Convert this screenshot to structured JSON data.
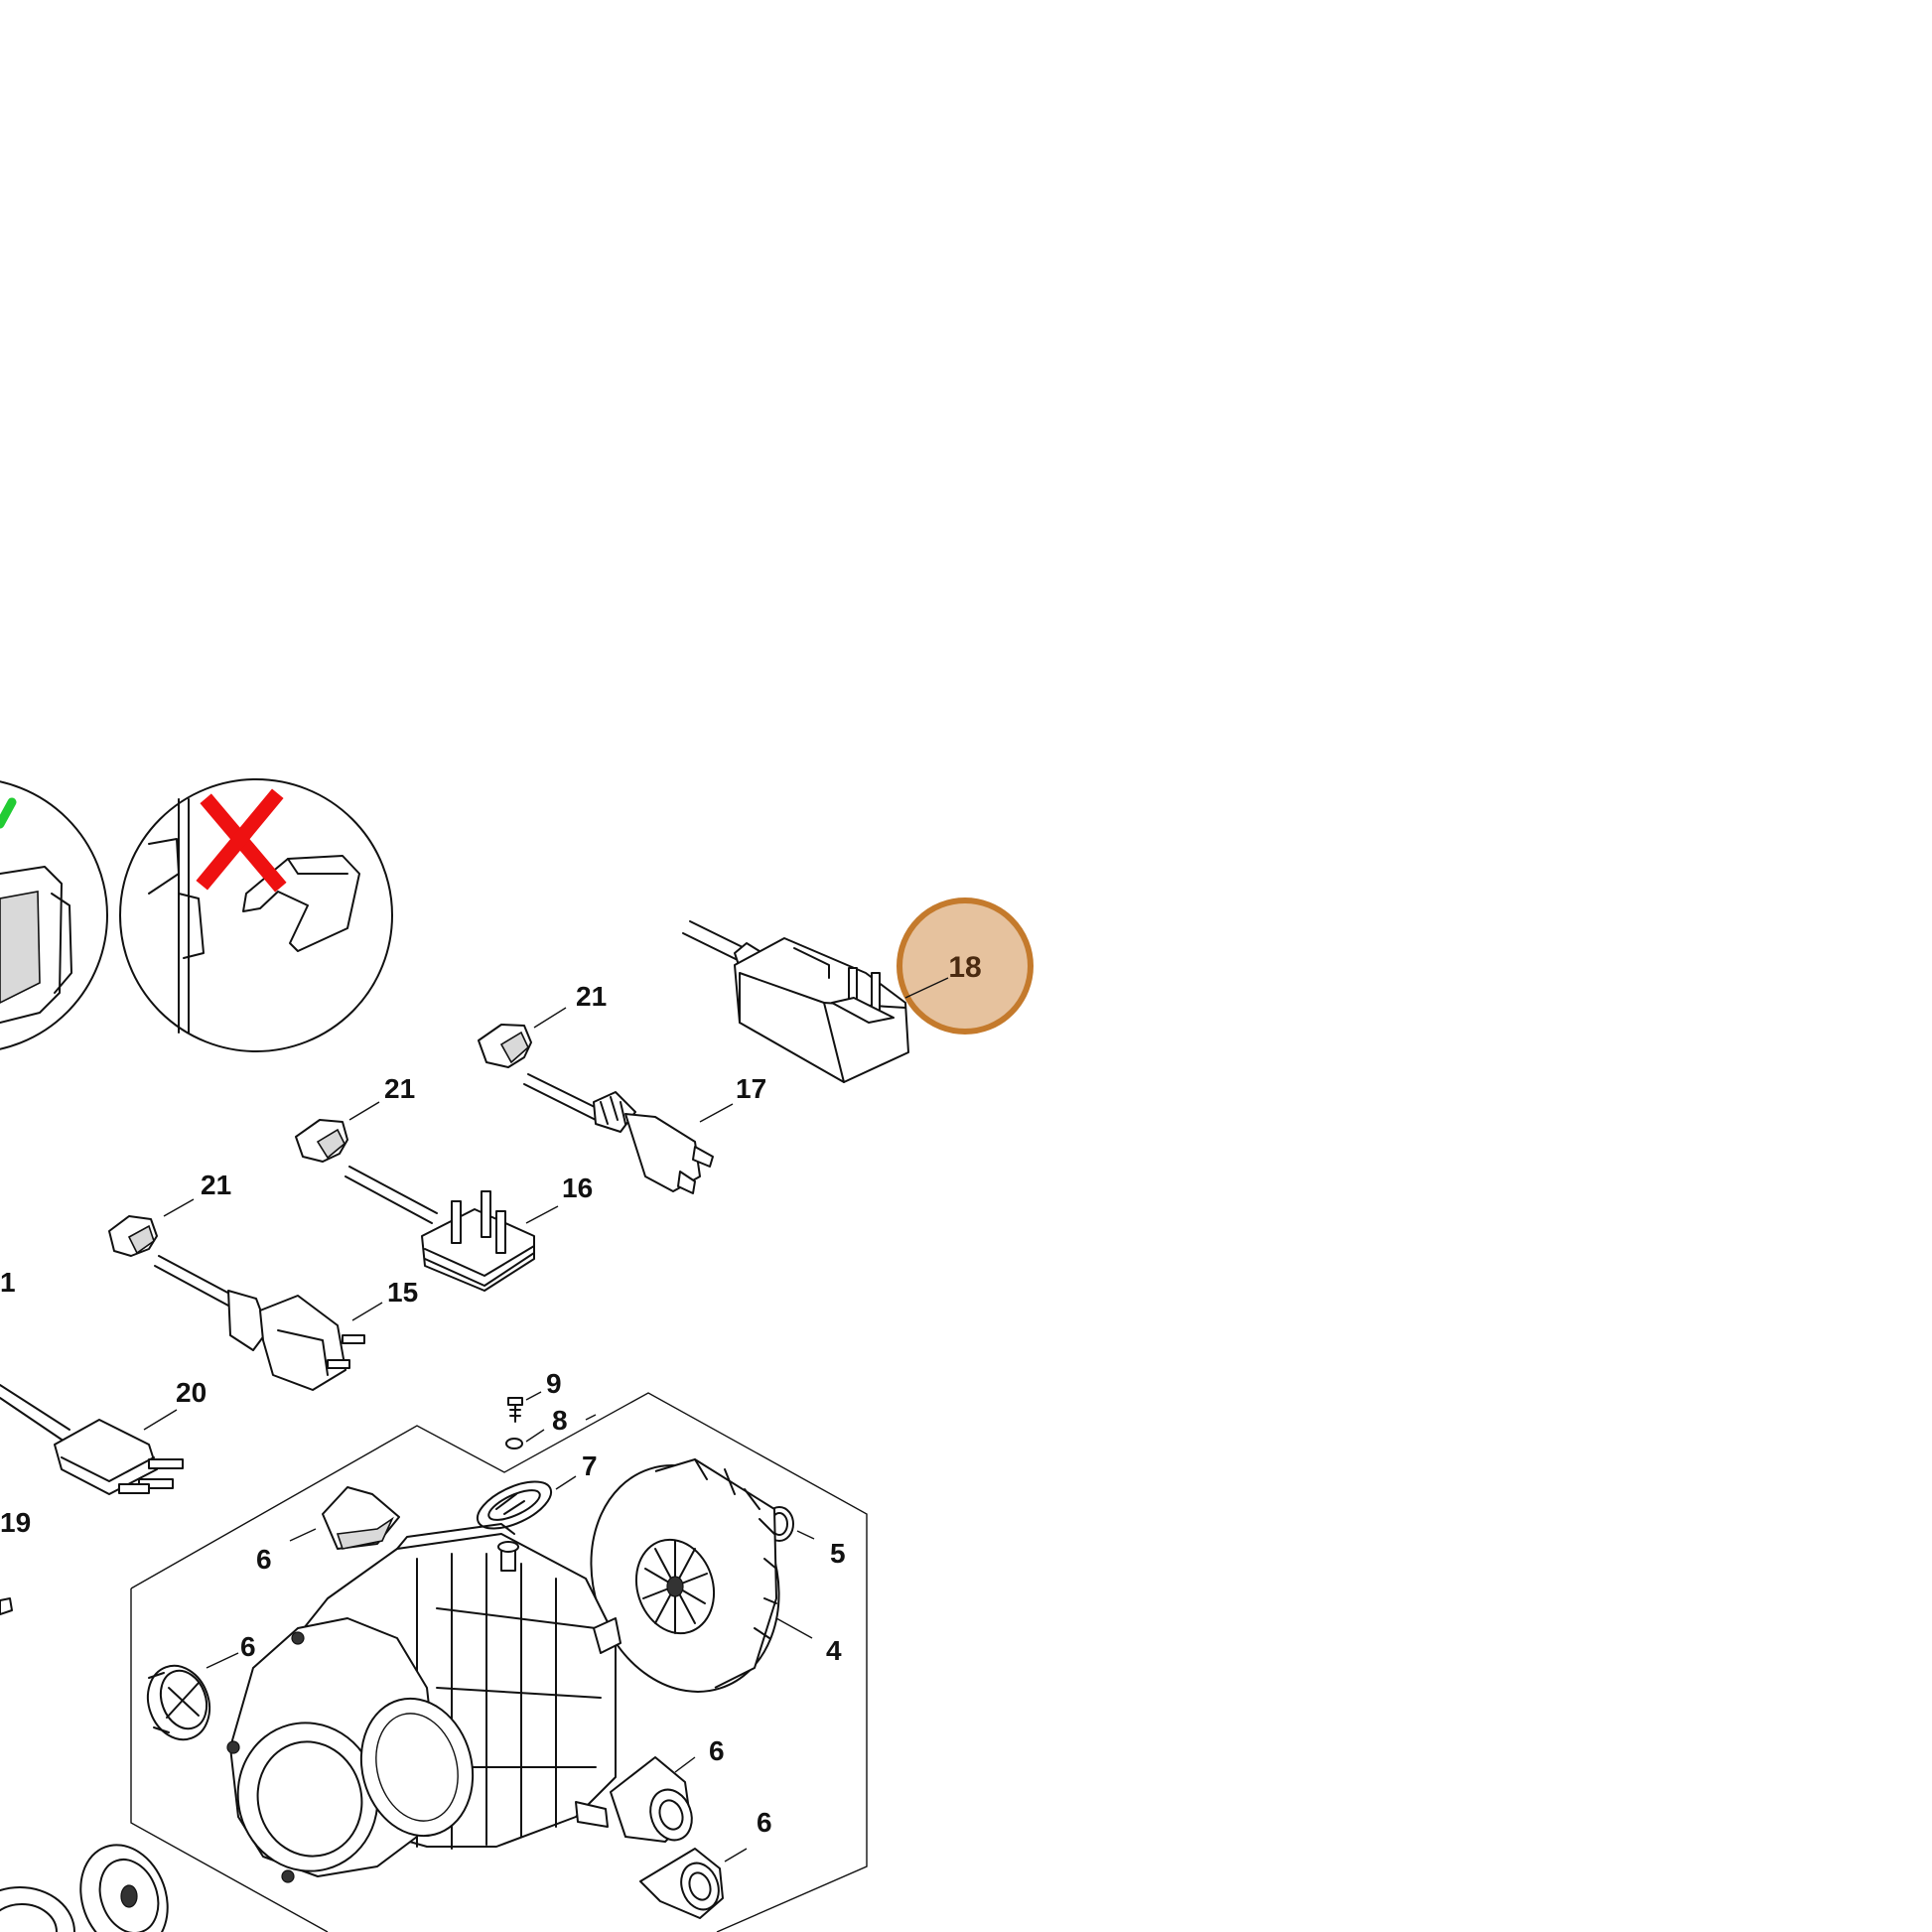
{
  "highlight": {
    "label": "18",
    "fill_color": "#e6c29e",
    "stroke_color": "#c47a2c"
  },
  "marks": {
    "ok_color": "#22cc33",
    "not_ok_color": "#ee1111"
  },
  "callouts": [
    {
      "id": "21a",
      "text": "21"
    },
    {
      "id": "17",
      "text": "17"
    },
    {
      "id": "21b",
      "text": "21"
    },
    {
      "id": "16",
      "text": "16"
    },
    {
      "id": "21c",
      "text": "21"
    },
    {
      "id": "1",
      "text": "1"
    },
    {
      "id": "15",
      "text": "15"
    },
    {
      "id": "20",
      "text": "20"
    },
    {
      "id": "9",
      "text": "9"
    },
    {
      "id": "8",
      "text": "8"
    },
    {
      "id": "7",
      "text": "7"
    },
    {
      "id": "19",
      "text": "19"
    },
    {
      "id": "6a",
      "text": "6"
    },
    {
      "id": "5",
      "text": "5"
    },
    {
      "id": "6b",
      "text": "6"
    },
    {
      "id": "4",
      "text": "4"
    },
    {
      "id": "6c",
      "text": "6"
    },
    {
      "id": "6d",
      "text": "6"
    }
  ]
}
